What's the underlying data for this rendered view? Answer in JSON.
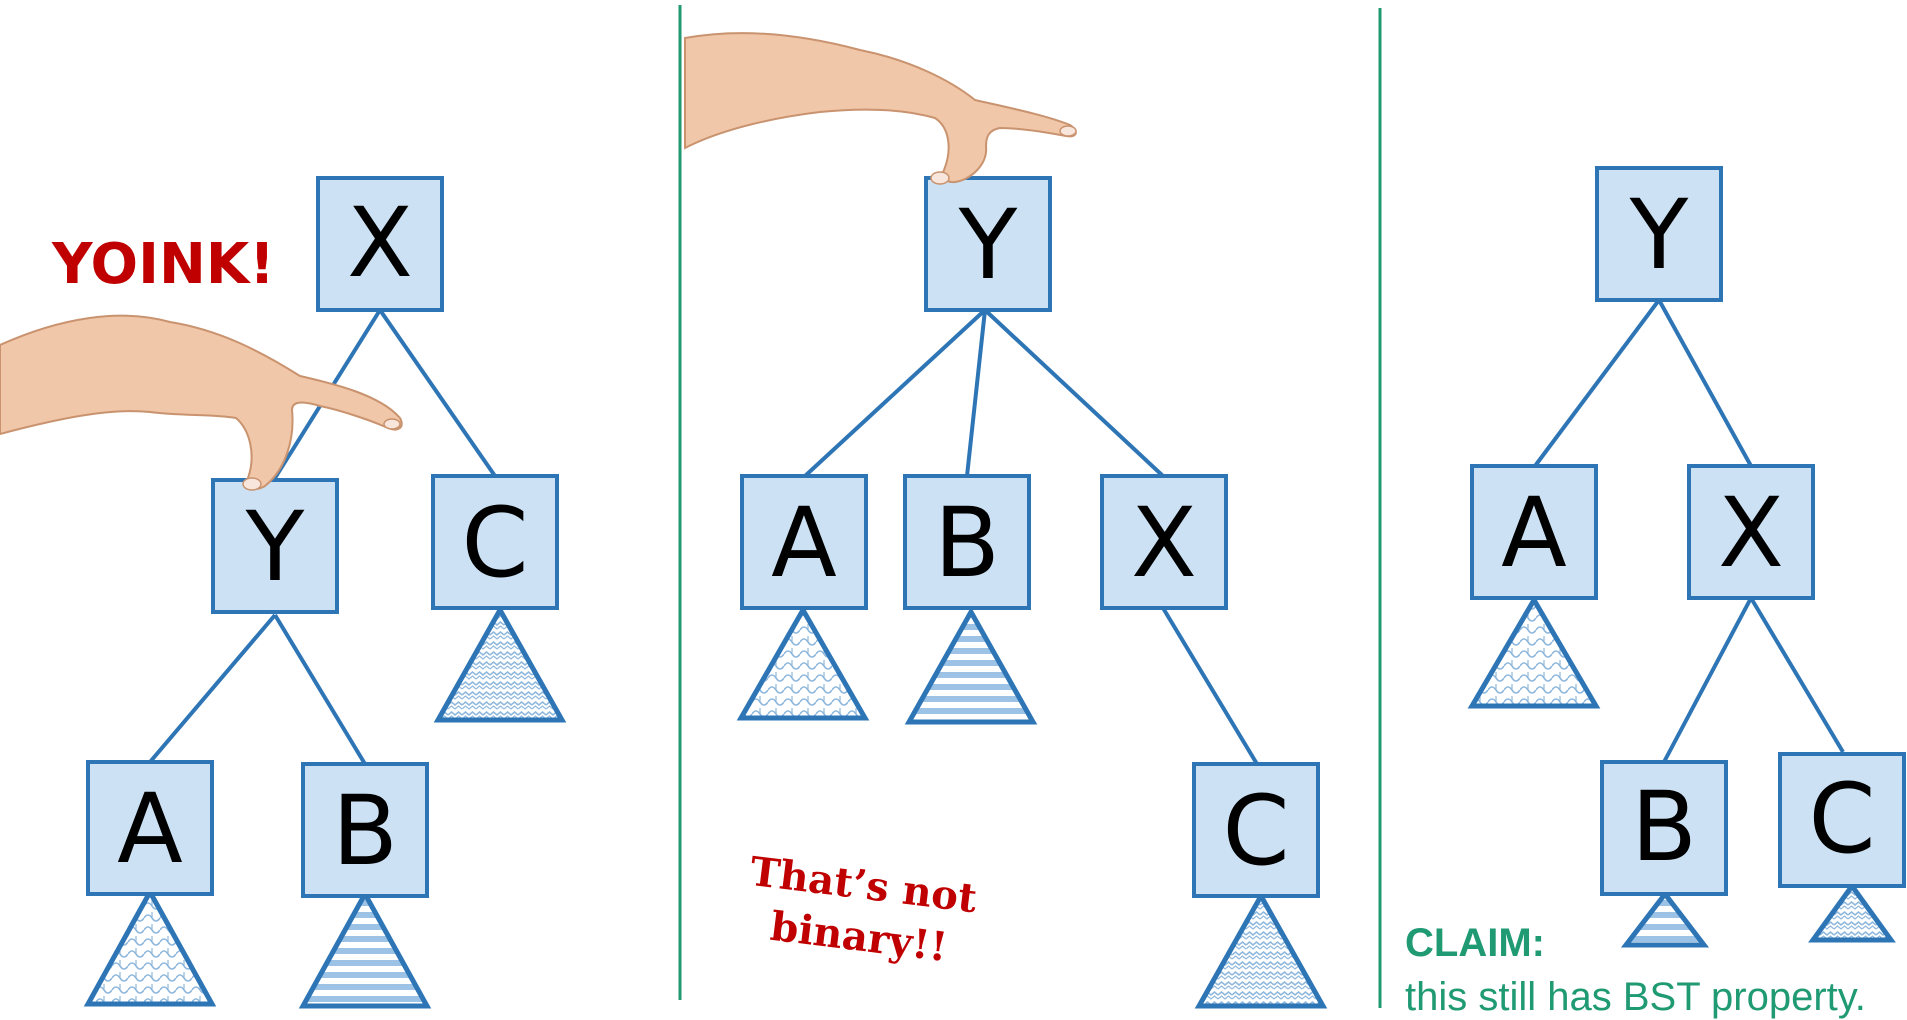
{
  "annotations": {
    "yoink": "YOINK!",
    "not_binary_line1": "That’s not",
    "not_binary_line2": "binary!!",
    "claim_title": "CLAIM:",
    "claim_body": "this still has BST property."
  },
  "colors": {
    "node_fill": "#cce2f4",
    "node_stroke": "#2e75b6",
    "separator": "#1f9a72",
    "exclaim_red": "#c00000",
    "claim_green": "#1f9a72"
  },
  "panels": [
    {
      "id": "before",
      "nodes": [
        {
          "id": "p1-x",
          "label": "X"
        },
        {
          "id": "p1-y",
          "label": "Y"
        },
        {
          "id": "p1-c",
          "label": "C"
        },
        {
          "id": "p1-a",
          "label": "A"
        },
        {
          "id": "p1-b",
          "label": "B"
        }
      ],
      "edges": [
        [
          "X",
          "Y"
        ],
        [
          "X",
          "C"
        ],
        [
          "Y",
          "A"
        ],
        [
          "Y",
          "B"
        ]
      ],
      "subtrees": [
        {
          "under": "A",
          "pattern": "wave"
        },
        {
          "under": "B",
          "pattern": "stripes"
        },
        {
          "under": "C",
          "pattern": "zigzag"
        }
      ]
    },
    {
      "id": "lifted",
      "nodes": [
        {
          "id": "p2-y",
          "label": "Y"
        },
        {
          "id": "p2-a",
          "label": "A"
        },
        {
          "id": "p2-b",
          "label": "B"
        },
        {
          "id": "p2-x",
          "label": "X"
        },
        {
          "id": "p2-c",
          "label": "C"
        }
      ],
      "edges": [
        [
          "Y",
          "A"
        ],
        [
          "Y",
          "B"
        ],
        [
          "Y",
          "X"
        ],
        [
          "X",
          "C"
        ]
      ],
      "subtrees": [
        {
          "under": "A",
          "pattern": "wave"
        },
        {
          "under": "B",
          "pattern": "stripes"
        },
        {
          "under": "C",
          "pattern": "zigzag"
        }
      ]
    },
    {
      "id": "after",
      "nodes": [
        {
          "id": "p3-y",
          "label": "Y"
        },
        {
          "id": "p3-a",
          "label": "A"
        },
        {
          "id": "p3-x",
          "label": "X"
        },
        {
          "id": "p3-b",
          "label": "B"
        },
        {
          "id": "p3-c",
          "label": "C"
        }
      ],
      "edges": [
        [
          "Y",
          "A"
        ],
        [
          "Y",
          "X"
        ],
        [
          "X",
          "B"
        ],
        [
          "X",
          "C"
        ]
      ],
      "subtrees": [
        {
          "under": "A",
          "pattern": "wave"
        },
        {
          "under": "B",
          "pattern": "stripes"
        },
        {
          "under": "C",
          "pattern": "zigzag"
        }
      ]
    }
  ]
}
